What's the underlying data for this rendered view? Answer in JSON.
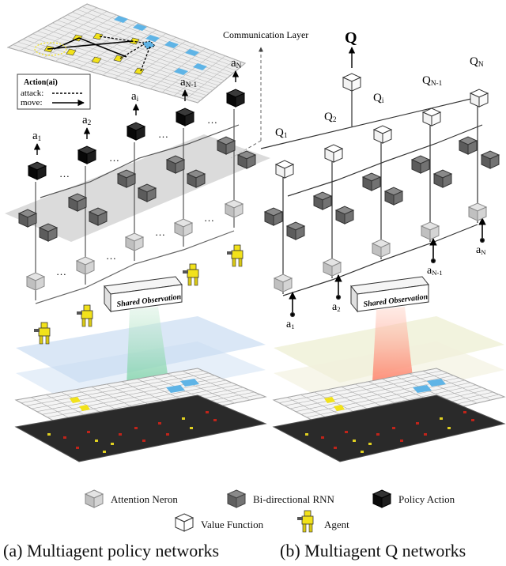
{
  "top_panel": {
    "communication_layer_label": "Communication Layer",
    "action_box": {
      "title": "Action(ai)",
      "attack_label": "attack:",
      "move_label": "move:"
    }
  },
  "left_network": {
    "outputs": [
      "a1",
      "a2",
      "ai",
      "aN-1",
      "aN"
    ],
    "ellipsis": "…",
    "shared_observation": "Shared Observation"
  },
  "right_network": {
    "q_top": "Q",
    "q_outputs": [
      "Q1",
      "Q2",
      "Qi",
      "QN-1",
      "QN"
    ],
    "inputs": [
      "a1",
      "a2",
      "aN-1",
      "aN"
    ],
    "shared_observation": "Shared Observation"
  },
  "legend": {
    "attention": "Attention Neron",
    "birnn": "Bi-directional RNN",
    "policy": "Policy Action",
    "value": "Value Function",
    "agent": "Agent"
  },
  "captions": {
    "left": "(a) Multiagent policy networks",
    "right": "(b) Multiagent Q networks"
  },
  "colors": {
    "attention_cube": "#c8c8c8",
    "birnn_cube": "#707070",
    "policy_cube": "#111111",
    "value_cube": "#ffffff",
    "grid_highlight": "#5fb4e6",
    "agent_yellow": "#f2e21a"
  }
}
